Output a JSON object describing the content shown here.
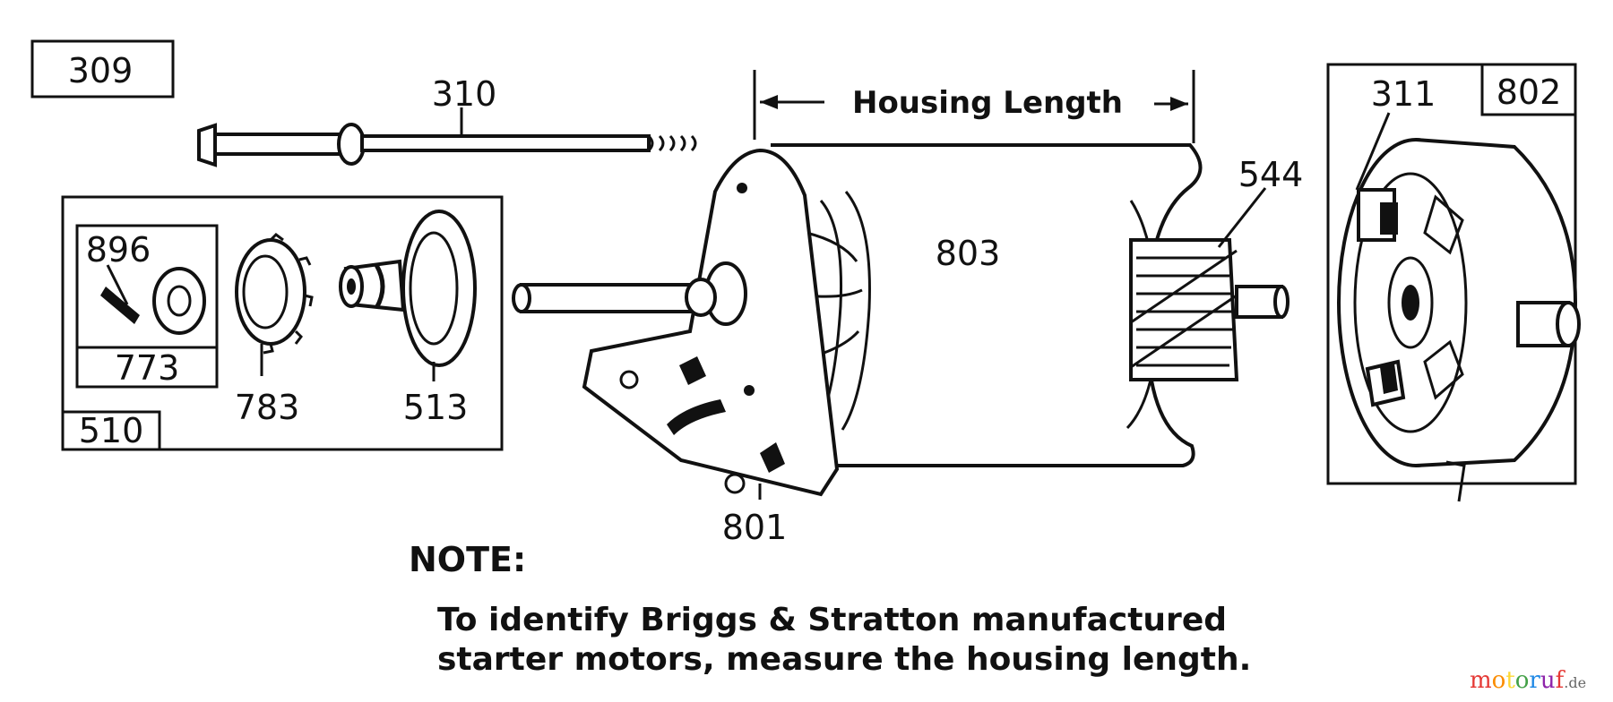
{
  "labels": {
    "p309": "309",
    "p310": "310",
    "p510": "510",
    "p896": "896",
    "p773": "773",
    "p783": "783",
    "p513": "513",
    "p801": "801",
    "p803": "803",
    "p544": "544",
    "p311": "311",
    "p802": "802"
  },
  "dimension": {
    "housing_length": "Housing Length"
  },
  "note": {
    "title": "NOTE:",
    "line1": "To identify Briggs & Stratton manufactured",
    "line2": "starter motors, measure the housing length."
  },
  "watermark": {
    "text_a": "motoruf",
    "text_b": ".de",
    "colors": [
      "#e53935",
      "#fb8c00",
      "#fdd835",
      "#43a047",
      "#1e88e5",
      "#8e24aa"
    ]
  }
}
